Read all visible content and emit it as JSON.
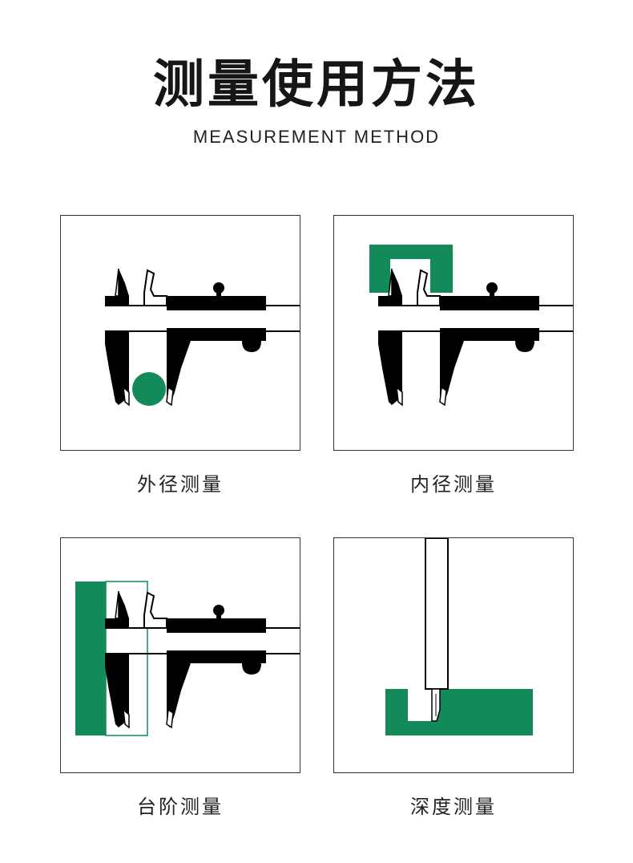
{
  "header": {
    "title": "测量使用方法",
    "subtitle": "MEASUREMENT METHOD"
  },
  "colors": {
    "accent": "#138a5a",
    "ink": "#000000",
    "border": "#333333"
  },
  "panels": [
    {
      "caption": "外径测量",
      "icon": "outer-diameter-caliper-icon"
    },
    {
      "caption": "内径测量",
      "icon": "inner-diameter-caliper-icon"
    },
    {
      "caption": "台阶测量",
      "icon": "step-caliper-icon"
    },
    {
      "caption": "深度测量",
      "icon": "depth-rod-icon"
    }
  ]
}
